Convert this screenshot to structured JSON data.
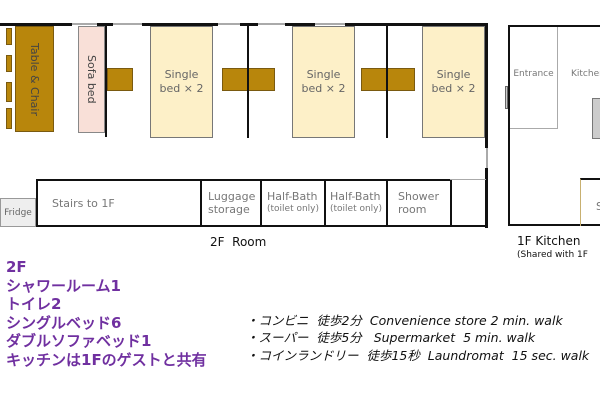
{
  "floor2": {
    "title": "2F  Room",
    "table_chair": "Table & Chair",
    "sofa_bed": "Sofa bed",
    "beds": [
      {
        "line1": "Single",
        "line2": "bed × 2"
      },
      {
        "line1": "Single",
        "line2": "bed × 2"
      },
      {
        "line1": "Single",
        "line2": "bed × 2"
      }
    ],
    "fridge": "Fridge",
    "stairs": "Stairs to 1F",
    "luggage": [
      "Luggage",
      "storage"
    ],
    "half_bath_1": [
      "Half-Bath",
      "(toilet only)"
    ],
    "half_bath_2": [
      "Half-Bath",
      "(toilet only)"
    ],
    "shower": [
      "Shower",
      "room"
    ]
  },
  "floor1": {
    "title": "1F Kitchen",
    "subtitle": "(Shared with 1F",
    "entrance": "Entrance",
    "kitchen": "Kitchen",
    "partial_room": "S"
  },
  "summary": [
    "2F",
    "シャワールーム1",
    "トイレ2",
    "シングルベッド6",
    "ダブルソファベッド1",
    "キッチンは1Fのゲストと共有"
  ],
  "nearby": [
    "・コンビニ  徒歩2分  Convenience store 2 min. walk",
    "・スーパー  徒歩5分   Supermarket  5 min. walk",
    "・コインランドリー  徒歩15秒  Laundromat  15 sec. walk"
  ],
  "colors": {
    "bed": "#fdf0c8",
    "furniture": "#b8860c",
    "sofa": "#f9e0d8",
    "summary_text": "#7030a0"
  }
}
